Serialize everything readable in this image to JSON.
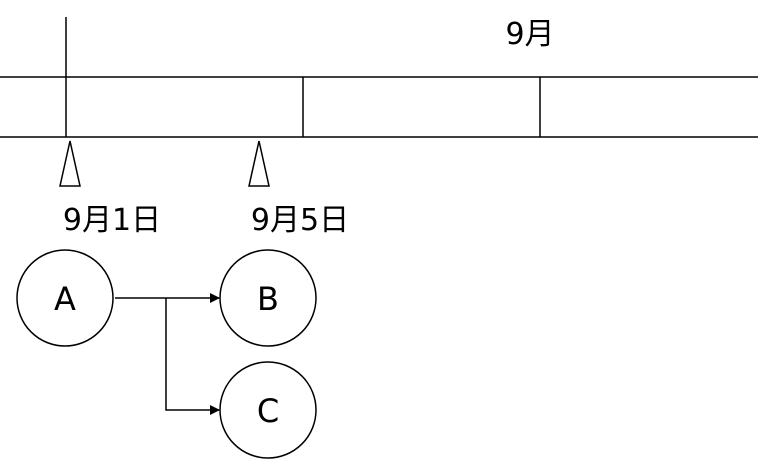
{
  "timeline": {
    "month_label": "9月",
    "markers": [
      {
        "label": "9月1日"
      },
      {
        "label": "9月5日"
      }
    ]
  },
  "nodes": [
    {
      "id": "A",
      "label": "A"
    },
    {
      "id": "B",
      "label": "B"
    },
    {
      "id": "C",
      "label": "C"
    }
  ],
  "edges": [
    {
      "from": "A",
      "to": "B"
    },
    {
      "from": "A",
      "to": "C"
    }
  ],
  "colors": {
    "stroke": "#000000",
    "background": "#ffffff"
  }
}
